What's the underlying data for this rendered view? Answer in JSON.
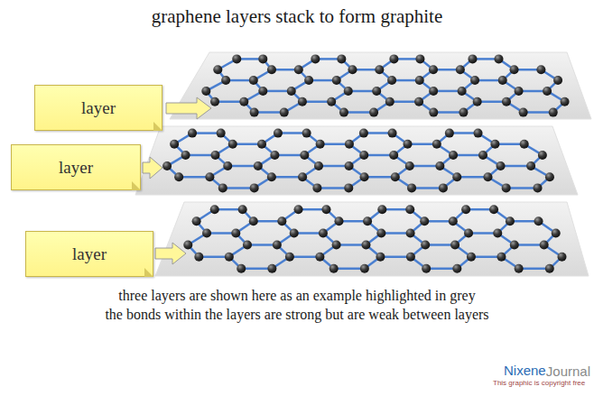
{
  "diagram": {
    "title": "graphene layers stack to form graphite",
    "caption": "three layers are shown here as an example highlighted in grey",
    "nodes": [
      {
        "text": [
          "layer"
        ]
      },
      {
        "text": [
          "layer"
        ]
      },
      {
        "text": [
          "layer"
        ]
      }
    ],
    "labels": [
      "the bonds within the layers are strong but are weak between layers",
      "Nixene",
      "Journal",
      "This graphic is copyright free"
    ]
  }
}
